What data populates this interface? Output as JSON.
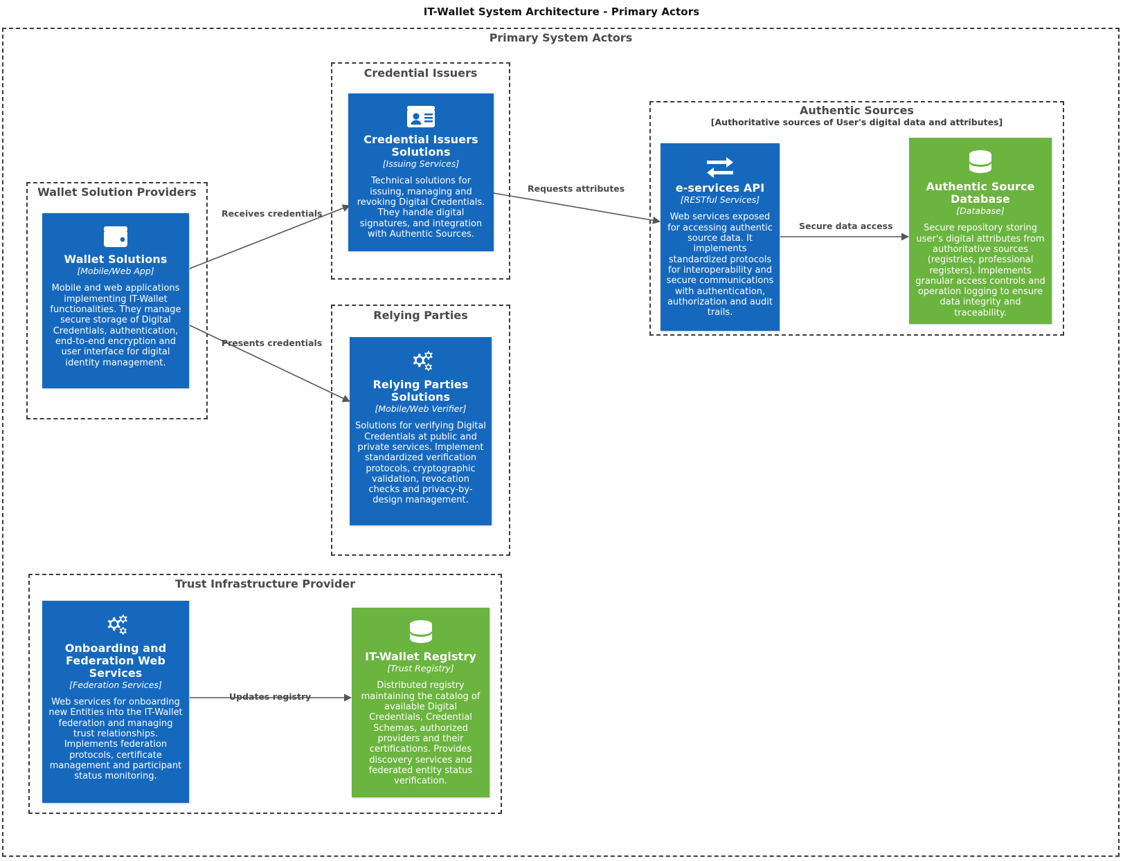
{
  "diagram": {
    "title": "IT-Wallet System Architecture - Primary Actors"
  },
  "outer_group": {
    "title": "Primary System Actors"
  },
  "groups": {
    "wallet_providers": {
      "title": "Wallet Solution Providers"
    },
    "credential_issuers": {
      "title": "Credential Issuers"
    },
    "relying_parties": {
      "title": "Relying Parties"
    },
    "authentic_sources": {
      "title": "Authentic Sources",
      "subtitle": "[Authoritative sources of User's digital data and attributes]"
    },
    "trust_infrastructure": {
      "title": "Trust Infrastructure Provider"
    }
  },
  "nodes": {
    "wallet_solutions": {
      "icon": "wallet-icon",
      "title": "Wallet Solutions",
      "stereotype": "[Mobile/Web App]",
      "description": "Mobile and web applications implementing IT-Wallet functionalities. They manage secure storage of Digital Credentials, authentication, end-to-end encryption and user interface for digital identity management.",
      "color": "#1668bd"
    },
    "credential_issuers_solutions": {
      "icon": "id-card-icon",
      "title": "Credential Issuers Solutions",
      "stereotype": "[Issuing Services]",
      "description": "Technical solutions for issuing, managing and revoking Digital Credentials. They handle digital signatures, and integration with Authentic Sources.",
      "color": "#1668bd"
    },
    "relying_parties_solutions": {
      "icon": "gears-icon",
      "title": "Relying Parties Solutions",
      "stereotype": "[Mobile/Web Verifier]",
      "description": "Solutions for verifying Digital Credentials at public and private services. Implement standardized verification protocols, cryptographic validation, revocation checks and privacy-by-design management.",
      "color": "#1668bd"
    },
    "eservices_api": {
      "icon": "exchange-arrows-icon",
      "title": "e-services API",
      "stereotype": "[RESTful Services]",
      "description": "Web services exposed for accessing authentic source data. It implements standardized protocols for interoperability and secure communications with authentication, authorization and audit trails.",
      "color": "#1668bd"
    },
    "authentic_source_database": {
      "icon": "database-icon",
      "title": "Authentic Source Database",
      "stereotype": "[Database]",
      "description": "Secure repository storing user's digital attributes from authoritative sources (registries, professional registers). Implements granular access controls and operation logging to ensure data integrity and traceability.",
      "color": "#6bb43f"
    },
    "onboarding_federation": {
      "icon": "gears-icon",
      "title": "Onboarding and Federation Web Services",
      "stereotype": "[Federation Services]",
      "description": "Web services for onboarding new Entities into the IT-Wallet federation and managing trust relationships. Implements federation protocols, certificate management and participant status monitoring.",
      "color": "#1668bd"
    },
    "itwallet_registry": {
      "icon": "database-icon",
      "title": "IT-Wallet Registry",
      "stereotype": "[Trust Registry]",
      "description": "Distributed registry maintaining the catalog of available Digital Credentials, Credential Schemas, authorized providers and their certifications. Provides discovery services and federated entity status verification.",
      "color": "#6bb43f"
    }
  },
  "edges": [
    {
      "id": "receives-credentials",
      "label": "Receives credentials",
      "from": "wallet_solutions",
      "to": "credential_issuers_solutions"
    },
    {
      "id": "presents-credentials",
      "label": "Presents credentials",
      "from": "wallet_solutions",
      "to": "relying_parties_solutions"
    },
    {
      "id": "requests-attributes",
      "label": "Requests attributes",
      "from": "credential_issuers_solutions",
      "to": "eservices_api"
    },
    {
      "id": "secure-data-access",
      "label": "Secure data access",
      "from": "eservices_api",
      "to": "authentic_source_database"
    },
    {
      "id": "updates-registry",
      "label": "Updates registry",
      "from": "onboarding_federation",
      "to": "itwallet_registry"
    }
  ],
  "colors": {
    "blue": "#1668bd",
    "green": "#6bb43f",
    "group_border": "#3b3b3b",
    "group_title": "#4a4a4a",
    "edge": "#55555f"
  }
}
